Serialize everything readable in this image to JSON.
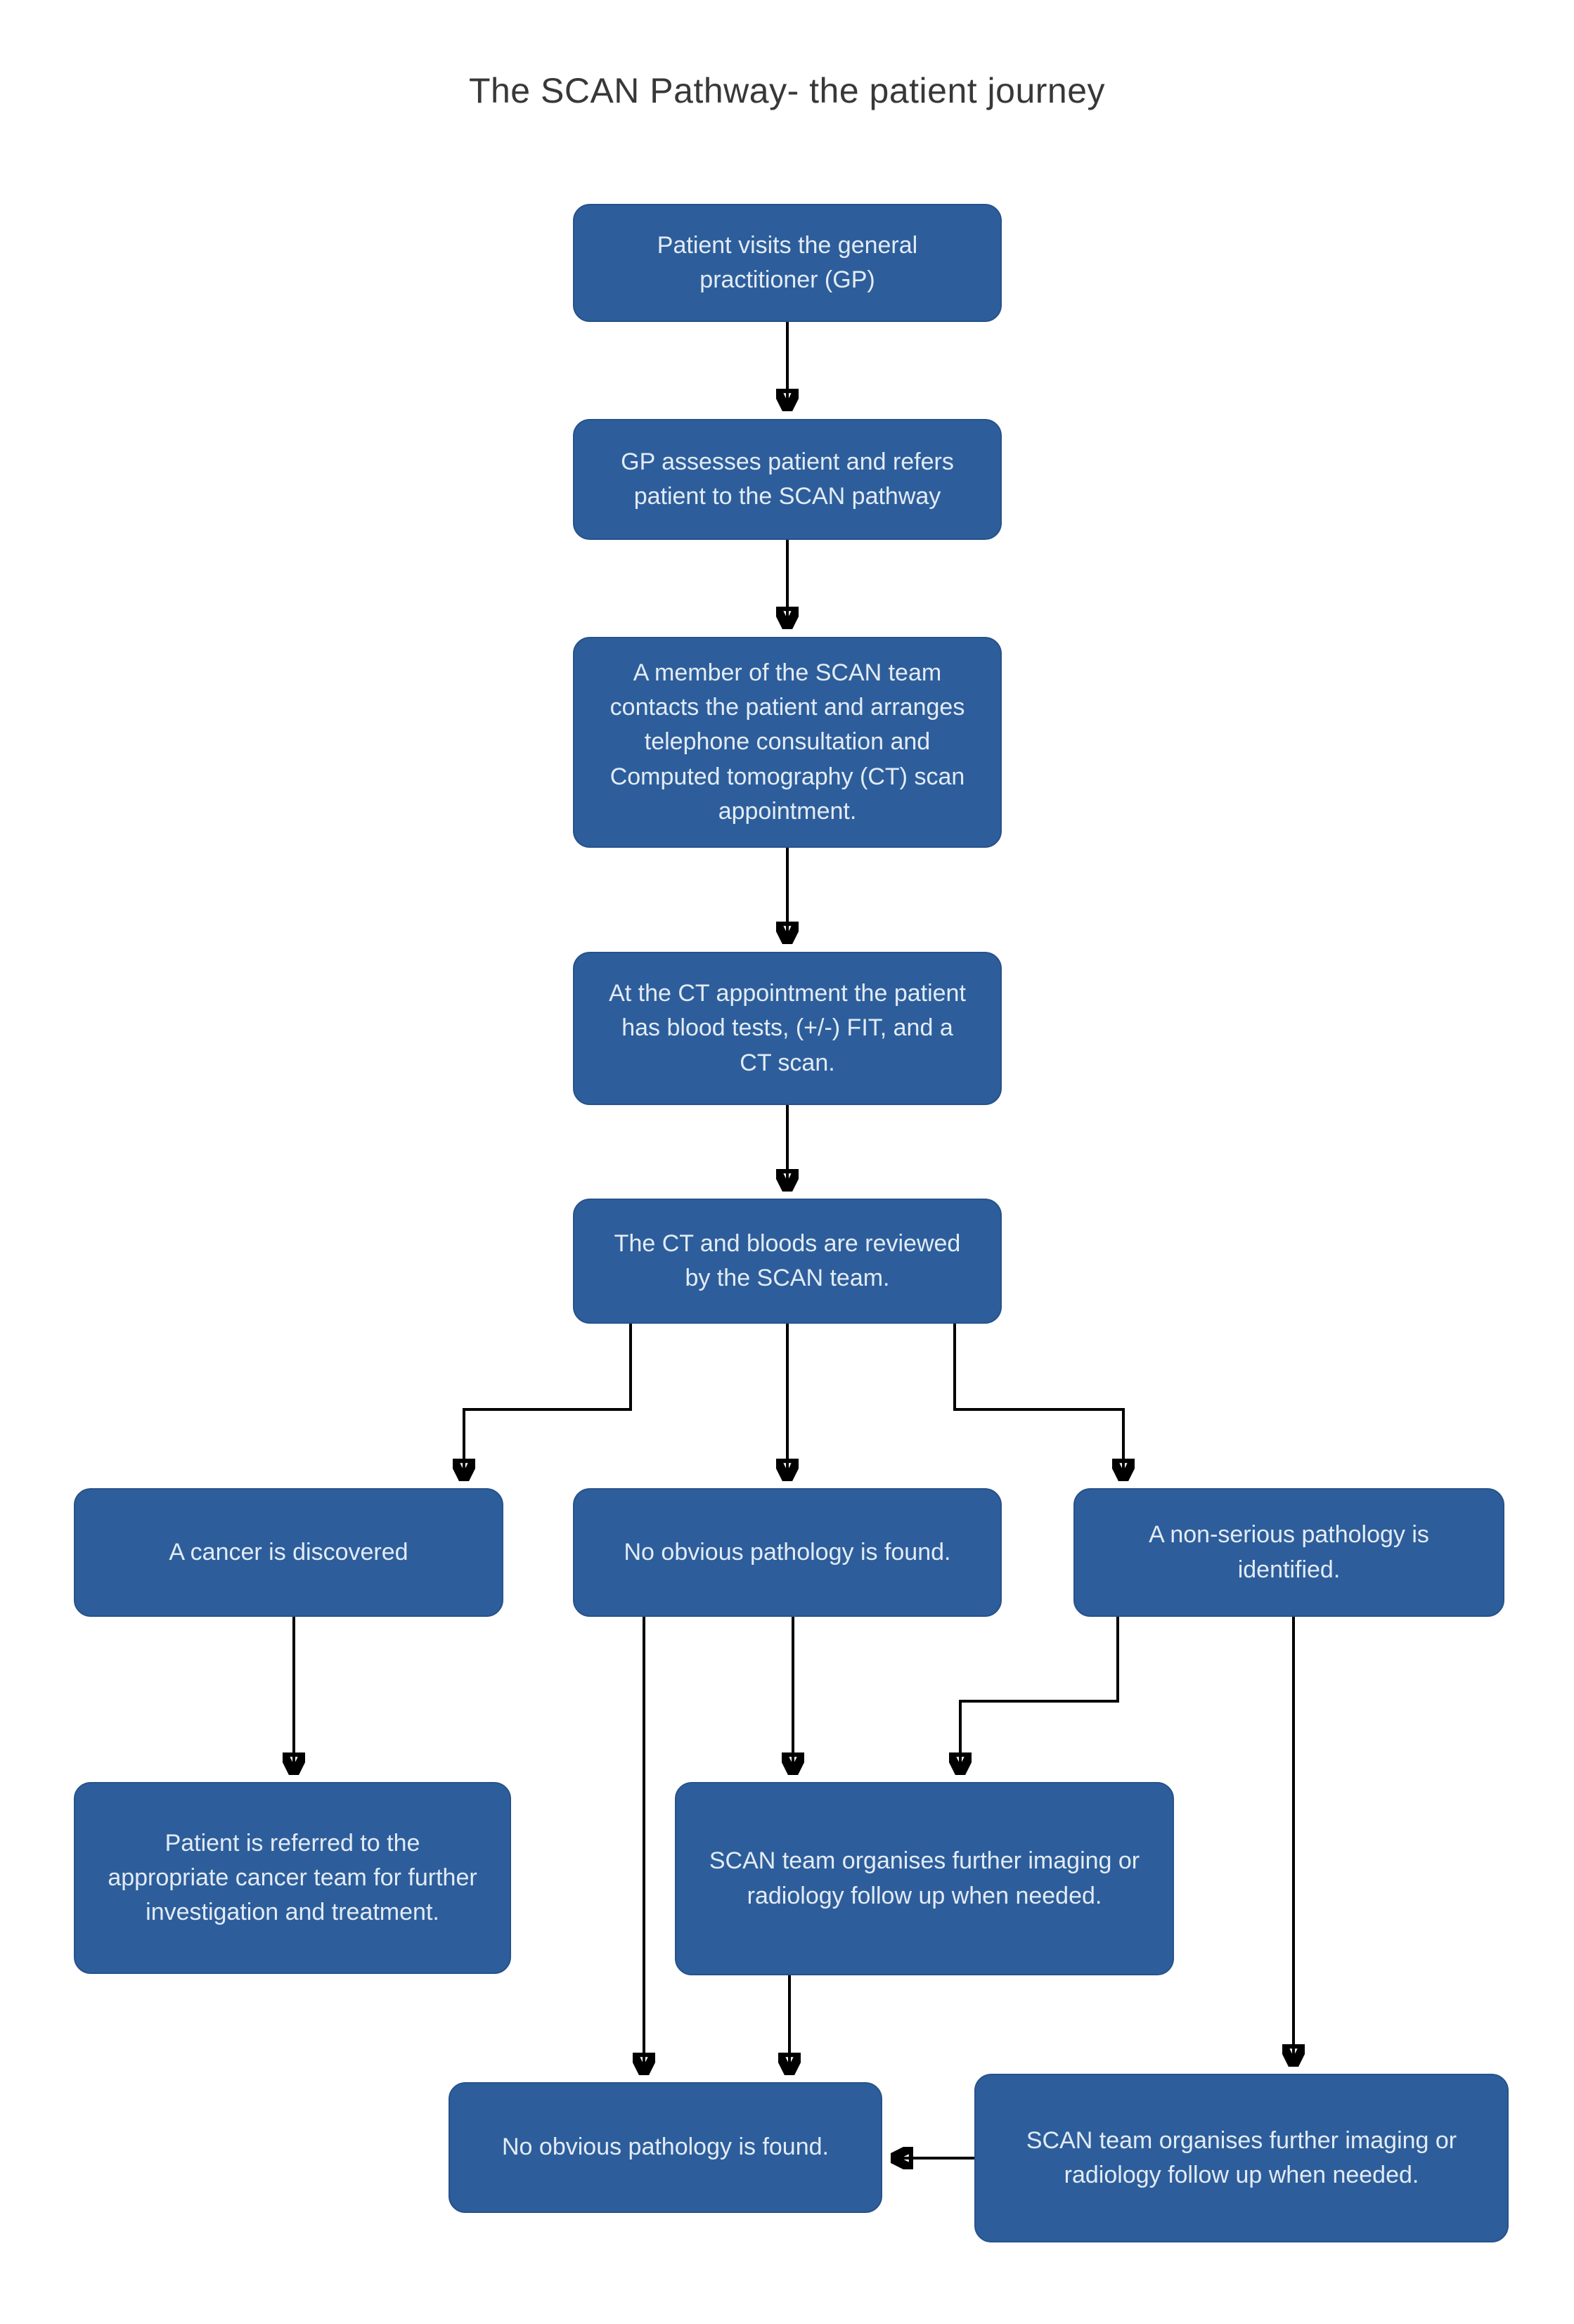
{
  "title": "The SCAN Pathway- the patient journey",
  "colors": {
    "background": "#ffffff",
    "node_fill": "#2d5e9b",
    "node_border": "#27528a",
    "node_text": "#e3ebf5",
    "arrow": "#000000",
    "title_text": "#383838"
  },
  "nodes": [
    {
      "id": "gp-visit",
      "label": "Patient visits the general practitioner (GP)"
    },
    {
      "id": "gp-assesses",
      "label": "GP assesses patient and refers patient to the SCAN pathway"
    },
    {
      "id": "scan-team-contacts",
      "label": "A member of the SCAN team contacts the patient and arranges telephone consultation and Computed tomography (CT) scan appointment."
    },
    {
      "id": "ct-appointment",
      "label": "At the CT appointment the patient has blood tests, (+/-) FIT, and a CT scan."
    },
    {
      "id": "ct-bloods-reviewed",
      "label": "The CT and bloods are reviewed by the SCAN team."
    },
    {
      "id": "cancer-discovered",
      "label": "A cancer is discovered"
    },
    {
      "id": "no-pathology",
      "label": "No obvious pathology is found."
    },
    {
      "id": "non-serious-pathology",
      "label": "A non-serious pathology is identified."
    },
    {
      "id": "referred-cancer-team",
      "label": "Patient is referred to the appropriate cancer team for further investigation and treatment."
    },
    {
      "id": "organises-followup",
      "label": "SCAN team organises further imaging or radiology follow up when needed."
    },
    {
      "id": "no-pathology-final",
      "label": "No obvious pathology is found."
    },
    {
      "id": "organises-followup-2",
      "label": "SCAN team organises further imaging or radiology follow up when needed."
    }
  ],
  "edges": [
    {
      "from": "gp-visit",
      "to": "gp-assesses"
    },
    {
      "from": "gp-assesses",
      "to": "scan-team-contacts"
    },
    {
      "from": "scan-team-contacts",
      "to": "ct-appointment"
    },
    {
      "from": "ct-appointment",
      "to": "ct-bloods-reviewed"
    },
    {
      "from": "ct-bloods-reviewed",
      "to": "cancer-discovered"
    },
    {
      "from": "ct-bloods-reviewed",
      "to": "no-pathology"
    },
    {
      "from": "ct-bloods-reviewed",
      "to": "non-serious-pathology"
    },
    {
      "from": "cancer-discovered",
      "to": "referred-cancer-team"
    },
    {
      "from": "no-pathology",
      "to": "no-pathology-final"
    },
    {
      "from": "no-pathology",
      "to": "organises-followup"
    },
    {
      "from": "non-serious-pathology",
      "to": "organises-followup"
    },
    {
      "from": "non-serious-pathology",
      "to": "organises-followup-2"
    },
    {
      "from": "organises-followup",
      "to": "no-pathology-final"
    },
    {
      "from": "organises-followup-2",
      "to": "no-pathology-final"
    }
  ]
}
